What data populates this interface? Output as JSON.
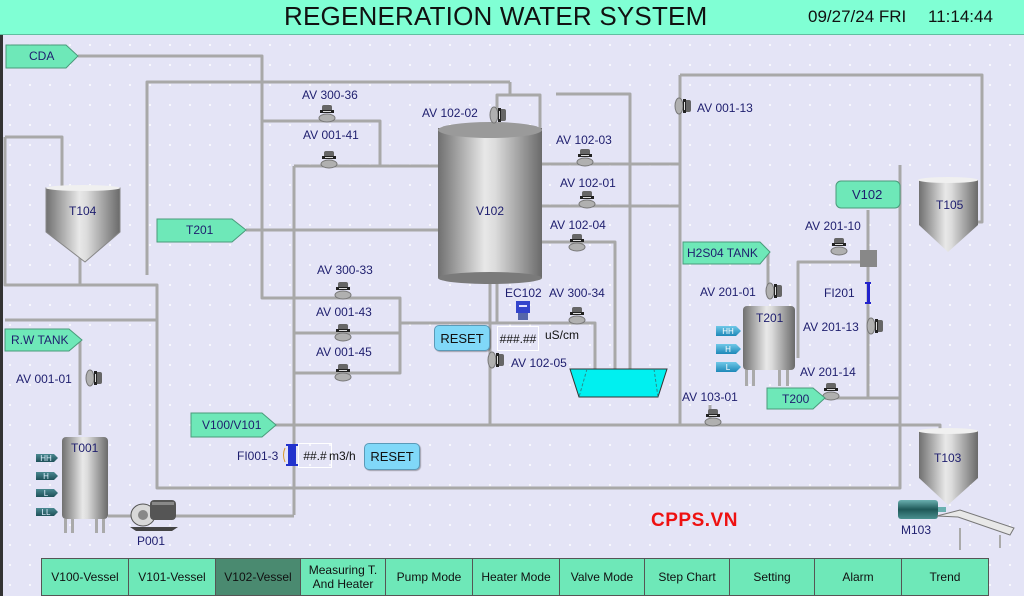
{
  "header": {
    "title": "REGENERATION WATER SYSTEM",
    "date": "09/27/24 FRI",
    "time": "11:14:44"
  },
  "tags": {
    "cda": "CDA",
    "t201_in": "T201",
    "rw_tank": "R.W TANK",
    "v100_v101": "V100/V101",
    "h2so4_tank": "H2S04 TANK",
    "v102_out": "V102",
    "t200": "T200"
  },
  "tanks": {
    "t104": "T104",
    "v102": "V102",
    "t105": "T105",
    "t201": "T201",
    "t001": "T001",
    "t103": "T103"
  },
  "equipment": {
    "pump": "P001",
    "motor": "M103"
  },
  "valves": {
    "av_300_36": "AV 300-36",
    "av_001_41": "AV 001-41",
    "av_300_33": "AV 300-33",
    "av_001_43": "AV 001-43",
    "av_001_45": "AV 001-45",
    "av_001_01": "AV 001-01",
    "av_102_02": "AV 102-02",
    "av_102_03": "AV 102-03",
    "av_102_01": "AV 102-01",
    "av_102_04": "AV 102-04",
    "av_300_34": "AV 300-34",
    "av_102_05": "AV 102-05",
    "av_001_13": "AV 001-13",
    "av_201_10": "AV 201-10",
    "av_201_01": "AV 201-01",
    "av_201_13": "AV 201-13",
    "av_201_14": "AV 201-14",
    "av_103_01": "AV 103-01"
  },
  "instruments": {
    "ec102": {
      "label": "EC102",
      "value": "###.##",
      "unit": "uS/cm",
      "reset": "RESET"
    },
    "fi001_3": {
      "label": "FI001-3",
      "value": "##.#",
      "unit": "m3/h",
      "reset": "RESET"
    },
    "fi201": {
      "label": "FI201"
    }
  },
  "level_switches": {
    "t001": [
      "HH",
      "H",
      "L",
      "LL"
    ],
    "t201": [
      "HH",
      "H",
      "L"
    ]
  },
  "brand": "CPPS.VN",
  "nav": [
    {
      "label": "V100-Vessel",
      "active": false
    },
    {
      "label": "V101-Vessel",
      "active": false
    },
    {
      "label": "V102-Vessel",
      "active": true
    },
    {
      "label": "Measuring T. And Heater",
      "active": false
    },
    {
      "label": "Pump Mode",
      "active": false
    },
    {
      "label": "Heater Mode",
      "active": false
    },
    {
      "label": "Valve Mode",
      "active": false
    },
    {
      "label": "Step Chart",
      "active": false
    },
    {
      "label": "Setting",
      "active": false
    },
    {
      "label": "Alarm",
      "active": false
    },
    {
      "label": "Trend",
      "active": false
    }
  ],
  "colors": {
    "header_bg": "#80ffd4",
    "tag_bg": "#6ee8b8",
    "reset_bg": "#80d8f8",
    "basin": "#00f0f0",
    "brand": "#ee1111",
    "active_nav": "#4a8a70"
  }
}
